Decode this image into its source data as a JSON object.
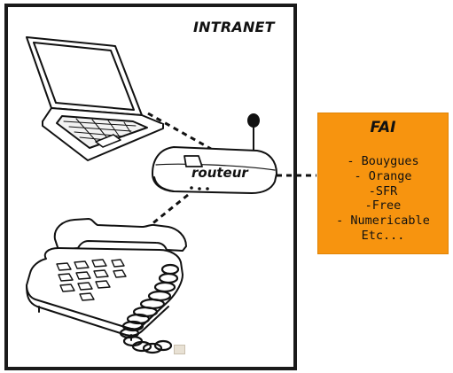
{
  "intranet": {
    "title": "INTRANET"
  },
  "router": {
    "label": "routeur"
  },
  "fai": {
    "title": "FAI",
    "items": [
      "- Bouygues",
      "- Orange",
      "-SFR",
      "-Free",
      "- Numericable",
      "Etc..."
    ]
  },
  "icons": [
    "laptop-icon",
    "router-icon",
    "telephone-icon"
  ],
  "colors": {
    "fai_background": "#f7940f",
    "outline": "#1a1a1a",
    "page": "#ffffff"
  }
}
